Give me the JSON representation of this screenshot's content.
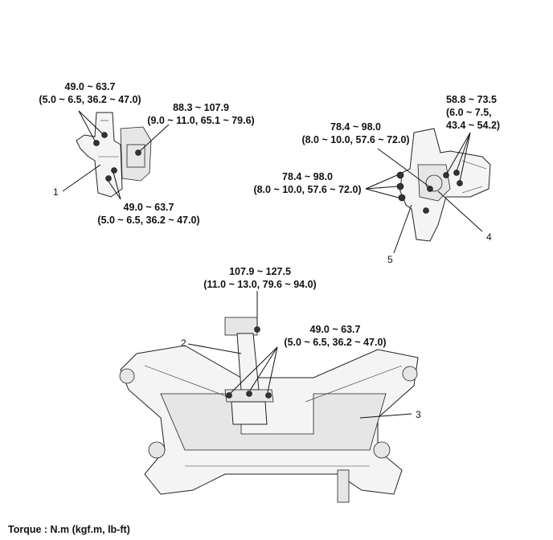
{
  "torques": {
    "t1": {
      "line1": "49.0 ~ 63.7",
      "line2": "(5.0 ~ 6.5, 36.2 ~ 47.0)"
    },
    "t2": {
      "line1": "88.3 ~ 107.9",
      "line2": "(9.0 ~ 11.0, 65.1 ~ 79.6)"
    },
    "t3": {
      "line1": "49.0 ~ 63.7",
      "line2": "(5.0 ~ 6.5, 36.2 ~ 47.0)"
    },
    "t4": {
      "line1": "58.8 ~ 73.5",
      "line2": "(6.0 ~ 7.5,",
      "line3": "43.4 ~ 54.2)"
    },
    "t5": {
      "line1": "78.4 ~ 98.0",
      "line2": "(8.0 ~ 10.0, 57.6 ~ 72.0)"
    },
    "t6": {
      "line1": "78.4 ~ 98.0",
      "line2": "(8.0 ~ 10.0, 57.6 ~ 72.0)"
    },
    "t7": {
      "line1": "107.9 ~ 127.5",
      "line2": "(11.0 ~ 13.0, 79.6 ~ 94.0)"
    },
    "t8": {
      "line1": "49.0 ~ 63.7",
      "line2": "(5.0 ~ 6.5, 36.2 ~ 47.0)"
    }
  },
  "callouts": {
    "c1": "1",
    "c2": "2",
    "c3": "3",
    "c4": "4",
    "c5": "5"
  },
  "footer": {
    "torque_unit": "Torque : N.m (kgf.m, lb-ft)"
  }
}
